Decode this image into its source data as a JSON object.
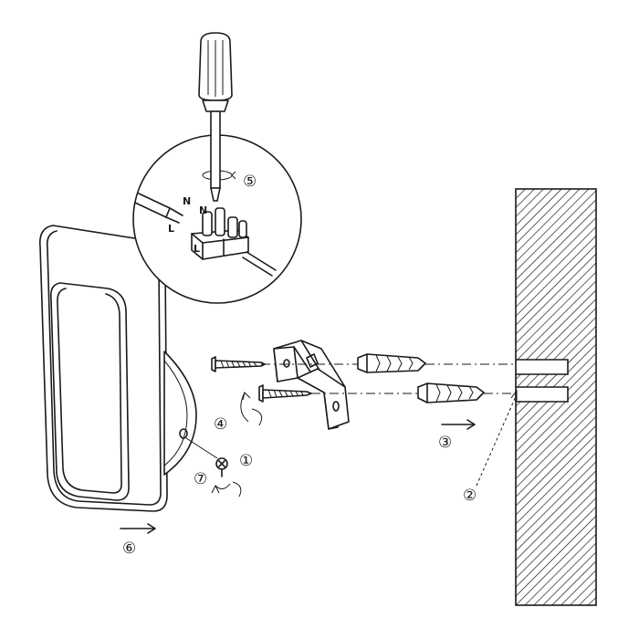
{
  "diagram": {
    "steps": [
      {
        "id": "1",
        "symbol": "①"
      },
      {
        "id": "2",
        "symbol": "②"
      },
      {
        "id": "3",
        "symbol": "③"
      },
      {
        "id": "4",
        "symbol": "④"
      },
      {
        "id": "5",
        "symbol": "⑤"
      },
      {
        "id": "6",
        "symbol": "⑥"
      },
      {
        "id": "7",
        "symbol": "⑦"
      }
    ],
    "wire_labels": {
      "cable_n": "N",
      "cable_l": "L",
      "terminal_n": "N",
      "terminal_l": "L"
    },
    "colors": {
      "ink": "#1a1a1a",
      "background": "#ffffff"
    }
  }
}
